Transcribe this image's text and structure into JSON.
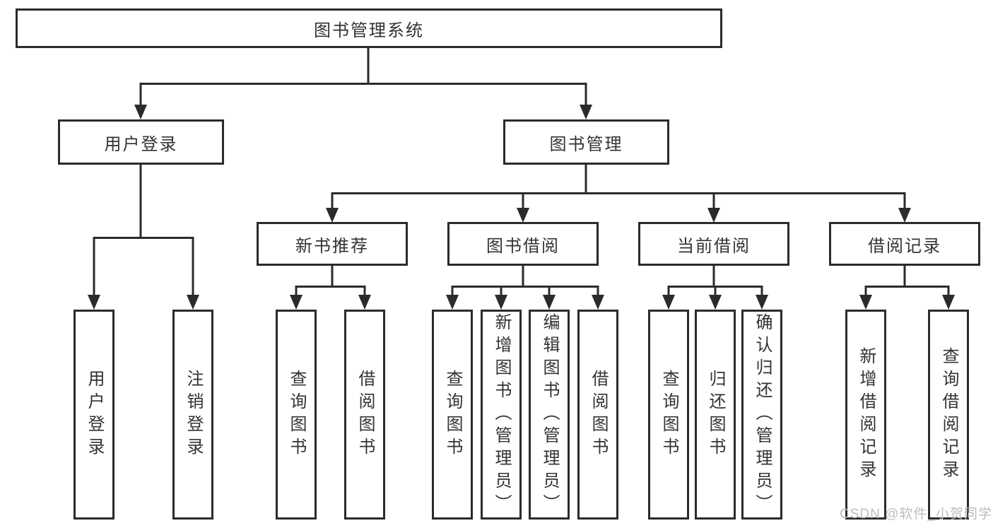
{
  "tree": {
    "root": {
      "label": "图书管理系统"
    },
    "children": [
      {
        "label": "用户登录",
        "children": [
          {
            "label": "用户登录"
          },
          {
            "label": "注销登录"
          }
        ]
      },
      {
        "label": "图书管理",
        "children": [
          {
            "label": "新书推荐",
            "children": [
              {
                "label": "查询图书"
              },
              {
                "label": "借阅图书"
              }
            ]
          },
          {
            "label": "图书借阅",
            "children": [
              {
                "label": "查询图书"
              },
              {
                "label": "新增图书（管理员）"
              },
              {
                "label": "编辑图书（管理员）"
              },
              {
                "label": "借阅图书"
              }
            ]
          },
          {
            "label": "当前借阅",
            "children": [
              {
                "label": "查询图书"
              },
              {
                "label": "归还图书"
              },
              {
                "label": "确认归还（管理员）"
              }
            ]
          },
          {
            "label": "借阅记录",
            "children": [
              {
                "label": "新增借阅记录"
              },
              {
                "label": "查询借阅记录"
              }
            ]
          }
        ]
      }
    ]
  },
  "watermark": {
    "text": "CSDN @软件_小贺同学"
  },
  "colors": {
    "line": "#2b2b2b",
    "box_border": "#2b2b2b",
    "box_background": "#ffffff",
    "text": "#333333",
    "watermark": "#bdbdbd"
  }
}
